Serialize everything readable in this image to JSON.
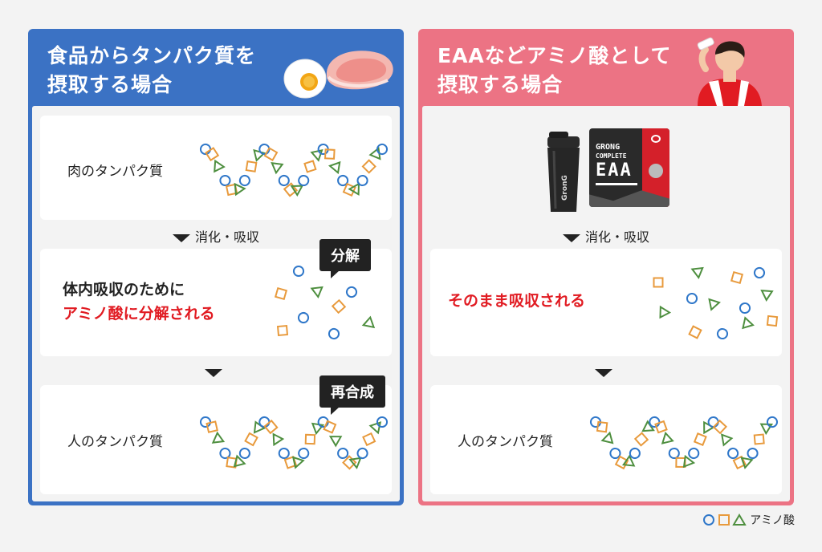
{
  "colors": {
    "blue": "#3b72c4",
    "pink": "#ec7384",
    "red": "#e11b22",
    "amino_blue": "#2f77c9",
    "amino_orange": "#e89a3c",
    "amino_green": "#4e8f3f"
  },
  "left": {
    "title_line1": "食品からタンパク質を",
    "title_line2": "摂取する場合",
    "card1_label": "肉のタンパク質",
    "step1": "消化・吸収",
    "card2_line1": "体内吸収のために",
    "card2_line2": "アミノ酸に分解される",
    "tag1": "分解",
    "tag2": "再合成",
    "card3_label": "人のタンパク質"
  },
  "right": {
    "title_line1": "EAAなどアミノ酸として",
    "title_line2": "摂取する場合",
    "product_brand": "GRONG",
    "product_line": "COMPLETE",
    "product_name": "EAA",
    "shaker_brand": "GronG",
    "step1": "消化・吸収",
    "card2_text": "そのまま吸収される",
    "card3_label": "人のタンパク質"
  },
  "legend": {
    "label": "アミノ酸"
  },
  "icons": [
    "egg-icon",
    "meat-icon",
    "drinking-man-icon",
    "shaker-bottle-icon",
    "eaa-package-icon",
    "circle-icon",
    "square-icon",
    "triangle-icon",
    "down-arrow-icon"
  ]
}
